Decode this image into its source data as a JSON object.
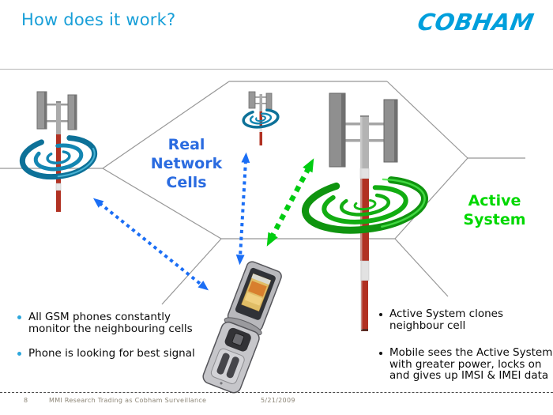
{
  "header": {
    "title": "How does it work?",
    "logo_text": "COBHAM"
  },
  "diagram": {
    "real_network_label": [
      "Real",
      "Network",
      "Cells"
    ],
    "active_system_label": [
      "Active",
      "System"
    ],
    "icons": [
      "cell-tower-icon",
      "radio-signal-spiral-icon",
      "flip-phone-icon",
      "dotted-arrow-icon",
      "cell-boundary-lines"
    ]
  },
  "bullets": {
    "left": [
      "All GSM phones constantly monitor the neighbouring cells",
      "Phone is looking for best signal"
    ],
    "right": [
      "Active System clones neighbour cell",
      "Mobile sees the Active System with greater power, locks on and gives up IMSI & IMEI data"
    ]
  },
  "footer": {
    "page_number": "8",
    "credit": "MMI Research Trading as Cobham Surveillance",
    "date": "5/21/2009"
  },
  "colors": {
    "title_blue": "#189fd8",
    "logo_blue": "#009fdc",
    "network_label_blue": "#2a6be0",
    "active_label_green": "#00d800",
    "arrow_blue": "#1b6ef5",
    "arrow_green": "#00cc11",
    "bullet_cyan": "#2da7dc",
    "tower_red": "#b13122",
    "spiral_blue": "#0d7198",
    "spiral_green": "#0f940f"
  }
}
